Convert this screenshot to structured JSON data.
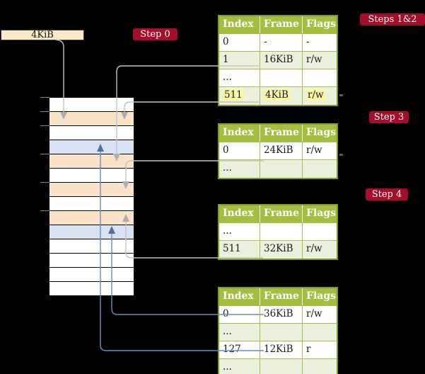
{
  "register_box": {
    "label": "4KiB"
  },
  "badges": {
    "step0": "Step 0",
    "steps12": "Steps 1&2",
    "step3": "Step 3",
    "step4": "Step 4"
  },
  "memory_stack": {
    "rows": [
      {
        "color": "white"
      },
      {
        "color": "peach"
      },
      {
        "color": "white"
      },
      {
        "color": "blue"
      },
      {
        "color": "peach"
      },
      {
        "color": "white"
      },
      {
        "color": "peach"
      },
      {
        "color": "white"
      },
      {
        "color": "peach"
      },
      {
        "color": "blue"
      },
      {
        "color": "white"
      },
      {
        "color": "white"
      },
      {
        "color": "white"
      },
      {
        "color": "white"
      }
    ]
  },
  "tables": [
    {
      "headers": [
        "Index",
        "Frame",
        "Flags"
      ],
      "rows": [
        {
          "index": "0",
          "frame": "-",
          "flags": "-"
        },
        {
          "index": "1",
          "frame": "16KiB",
          "flags": "r/w"
        },
        {
          "index": "...",
          "frame": "",
          "flags": ""
        },
        {
          "index": "511",
          "frame": "4KiB",
          "flags": "r/w"
        }
      ]
    },
    {
      "headers": [
        "Index",
        "Frame",
        "Flags"
      ],
      "rows": [
        {
          "index": "0",
          "frame": "24KiB",
          "flags": "r/w"
        },
        {
          "index": "...",
          "frame": "",
          "flags": ""
        }
      ]
    },
    {
      "headers": [
        "Index",
        "Frame",
        "Flags"
      ],
      "rows": [
        {
          "index": "...",
          "frame": "",
          "flags": ""
        },
        {
          "index": "511",
          "frame": "32KiB",
          "flags": "r/w"
        }
      ]
    },
    {
      "headers": [
        "Index",
        "Frame",
        "Flags"
      ],
      "rows": [
        {
          "index": "0",
          "frame": "36KiB",
          "flags": "r/w"
        },
        {
          "index": "...",
          "frame": "",
          "flags": ""
        },
        {
          "index": "127",
          "frame": "12KiB",
          "flags": "r"
        },
        {
          "index": "...",
          "frame": "",
          "flags": ""
        }
      ]
    }
  ],
  "colors": {
    "background": "#000000",
    "badge_red": "#A40D2B",
    "table_header_green": "#A5BE41",
    "table_border_olive": "#7E9C2A",
    "table_row_tint": "#ECF1DD",
    "highlight_yellow": "#FBF6A4",
    "register_box_cream": "#FAEBC8",
    "memory_peach": "#FBE3C9",
    "memory_blue": "#D9E2F3",
    "arrow_gray": "#C3C3C3",
    "arrow_blue": "#6E8BC2"
  }
}
